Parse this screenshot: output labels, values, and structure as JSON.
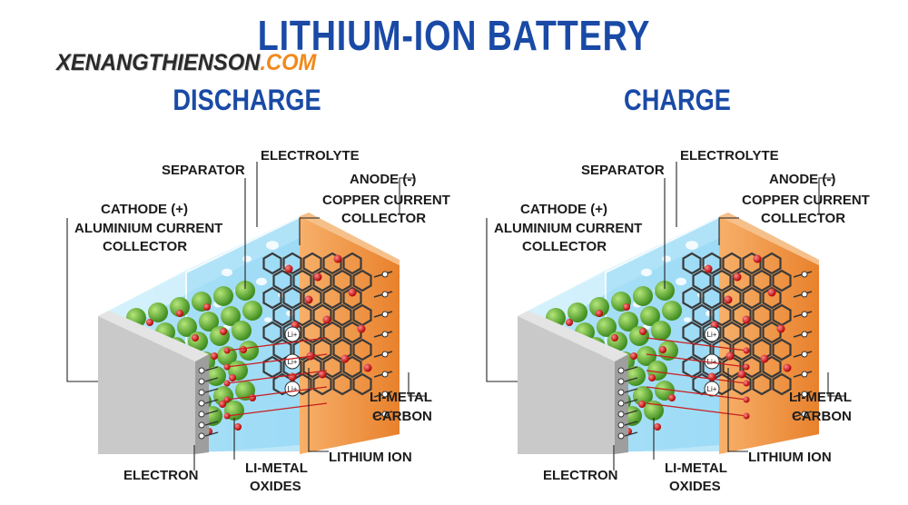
{
  "title": "LITHIUM-ION BATTERY",
  "brand": {
    "name": "XENANGTHIENSON",
    "tld": ".COM"
  },
  "panels": [
    {
      "heading": "DISCHARGE",
      "labels": {
        "separator": "SEPARATOR",
        "electrolyte": "ELECTROLYTE",
        "anode": "ANODE (-)",
        "copper_1": "COPPER CURRENT",
        "copper_2": "COLLECTOR",
        "cathode": "CATHODE (+)",
        "aluminium_1": "ALUMINIUM CURRENT",
        "aluminium_2": "COLLECTOR",
        "limetal_carbon_1": "LI-METAL",
        "limetal_carbon_2": "CARBON",
        "lithium_ion": "LITHIUM ION",
        "electron": "ELECTRON",
        "limetal_oxides_1": "LI-METAL",
        "limetal_oxides_2": "OXIDES"
      },
      "ion_symbol": "Li+"
    },
    {
      "heading": "CHARGE",
      "labels": {
        "separator": "SEPARATOR",
        "electrolyte": "ELECTROLYTE",
        "anode": "ANODE (-)",
        "copper_1": "COPPER CURRENT",
        "copper_2": "COLLECTOR",
        "cathode": "CATHODE (+)",
        "aluminium_1": "ALUMINIUM CURRENT",
        "aluminium_2": "COLLECTOR",
        "limetal_carbon_1": "LI-METAL",
        "limetal_carbon_2": "CARBON",
        "lithium_ion": "LITHIUM ION",
        "electron": "ELECTRON",
        "limetal_oxides_1": "LI-METAL",
        "limetal_oxides_2": "OXIDES"
      },
      "ion_symbol": "Li+"
    }
  ],
  "colors": {
    "title": "#1a4aa6",
    "brand_accent": "#f08a1c",
    "cathode_plate": "#c9c9c9",
    "electrolyte": "#9fdcf7",
    "anode_plate": "#f29a4a",
    "particle": "#6cba3b",
    "lithium": "#e02020",
    "carbon": "#3a3a3a"
  }
}
